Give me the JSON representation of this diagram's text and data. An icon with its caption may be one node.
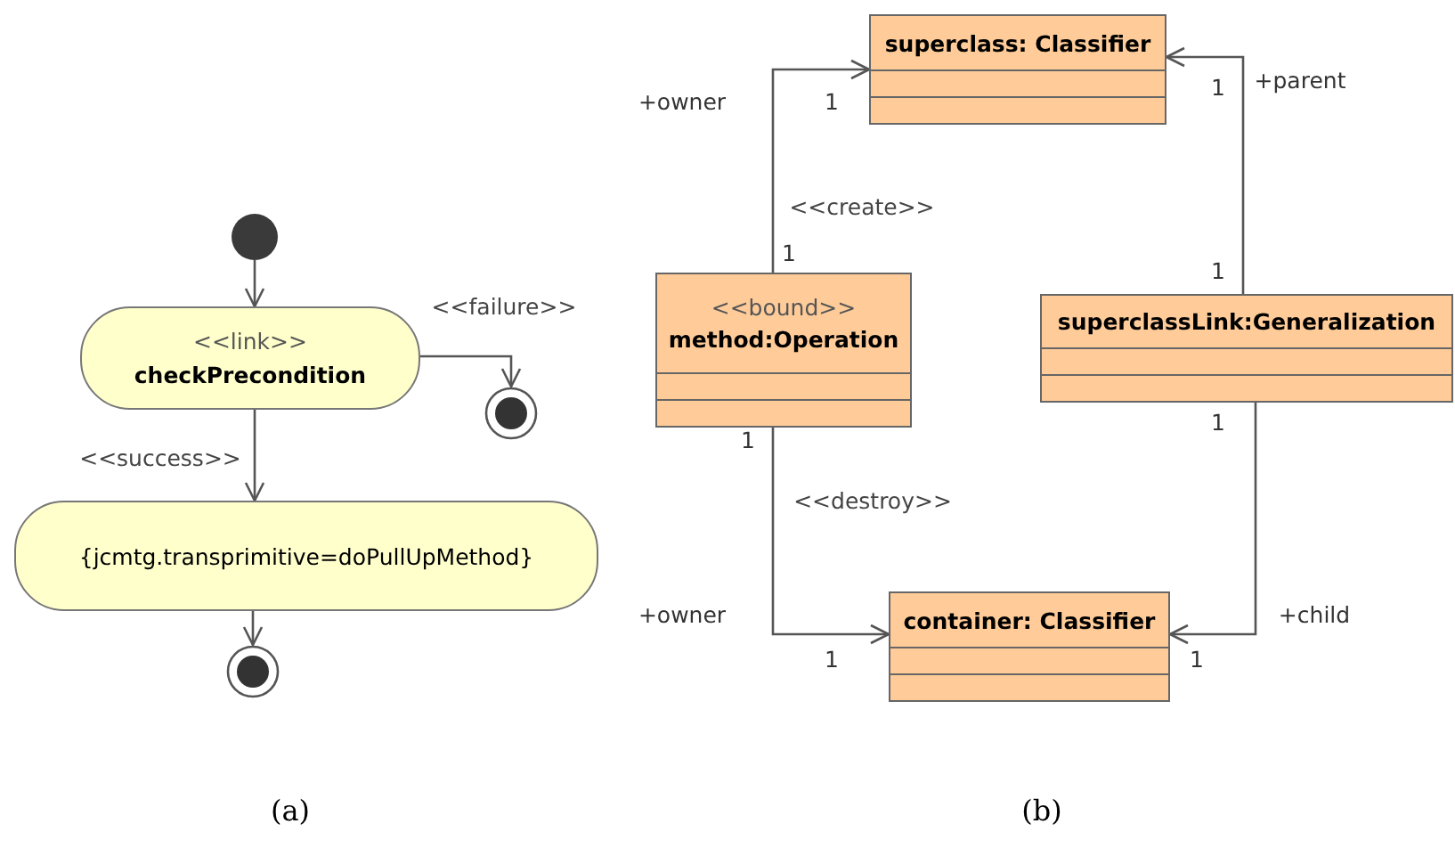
{
  "diagram": {
    "nodes": [
      {
        "text": [],
        "shape": "circle"
      },
      {
        "text": [
          "<<link>>",
          "checkPrecondition"
        ]
      },
      {
        "text": [],
        "shape": "circle"
      },
      {
        "text": [
          "{jcmtg.transprimitive=doPullUpMethod}"
        ]
      },
      {
        "text": [],
        "shape": "circle"
      },
      {
        "text": [
          "superclass: Classifier"
        ]
      },
      {
        "text": [
          "<<bound>>",
          "method:Operation"
        ]
      },
      {
        "text": [
          "superclassLink:Generalization"
        ]
      },
      {
        "text": [
          "container: Classifier"
        ]
      }
    ],
    "edges": [
      {
        "from": 0,
        "to": 1,
        "arrow": "to"
      },
      {
        "from": 1,
        "to": 2,
        "arrow": "to",
        "label": "<<failure>>"
      },
      {
        "from": 1,
        "to": 3,
        "arrow": "to",
        "label": "<<success>>"
      },
      {
        "from": 3,
        "to": 4,
        "arrow": "to"
      },
      {
        "from": 6,
        "to": 5,
        "arrow": "to",
        "label": "<<create>>"
      },
      {
        "from": 7,
        "to": 5,
        "arrow": "to"
      },
      {
        "from": 6,
        "to": 8,
        "arrow": "to",
        "label": "<<destroy>>"
      },
      {
        "from": 7,
        "to": 8,
        "arrow": "to"
      }
    ],
    "labels": [
      "+owner",
      "1",
      "1",
      "1",
      "+parent",
      "1",
      "1",
      "+owner",
      "1",
      "1",
      "1",
      "+child",
      "(a)",
      "(b)"
    ]
  }
}
